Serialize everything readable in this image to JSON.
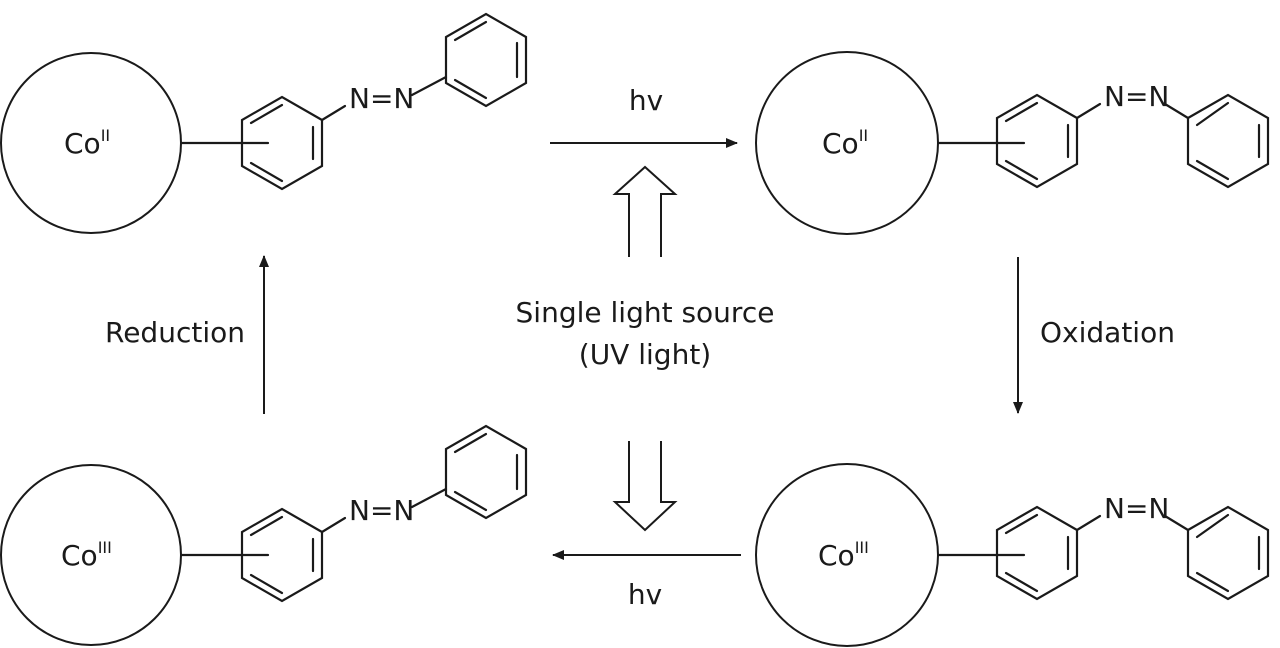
{
  "complexes": [
    {
      "metal": "Co",
      "oxidation_state": "II"
    },
    {
      "metal": "Co",
      "oxidation_state": "II"
    },
    {
      "metal": "Co",
      "oxidation_state": "III"
    },
    {
      "metal": "Co",
      "oxidation_state": "III"
    }
  ],
  "azo_label": "N=N",
  "arrows": {
    "top": "hv",
    "bottom": "hv",
    "left": "Reduction",
    "right": "Oxidation"
  },
  "center": {
    "line1": "Single light source",
    "line2": "(UV light)"
  },
  "colors": {
    "ink": "#1a1a1a",
    "background": "#ffffff"
  }
}
